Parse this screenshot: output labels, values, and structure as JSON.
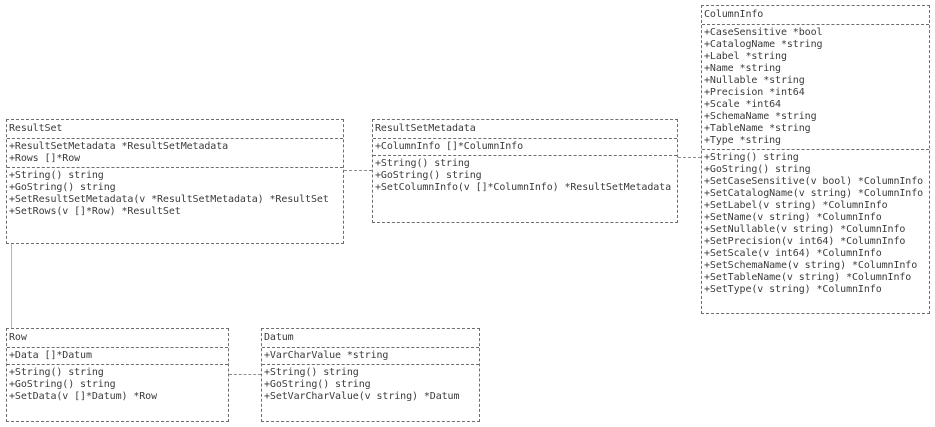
{
  "colors": {
    "text": "#3b3b3b",
    "border": "#6e6e6e",
    "connector": "#8f8f8f",
    "connector-light": "#b4b4b4",
    "background": "#ffffff"
  },
  "classes": {
    "resultset": {
      "name": "ResultSet",
      "fields": [
        "+ResultSetMetadata *ResultSetMetadata",
        "+Rows []*Row"
      ],
      "methods": [
        "+String() string",
        "+GoString() string",
        "+SetResultSetMetadata(v *ResultSetMetadata) *ResultSet",
        "+SetRows(v []*Row) *ResultSet"
      ]
    },
    "resultsetmetadata": {
      "name": "ResultSetMetadata",
      "fields": [
        "+ColumnInfo []*ColumnInfo"
      ],
      "methods": [
        "+String() string",
        "+GoString() string",
        "+SetColumnInfo(v []*ColumnInfo) *ResultSetMetadata"
      ]
    },
    "columninfo": {
      "name": "ColumnInfo",
      "fields": [
        "+CaseSensitive *bool",
        "+CatalogName *string",
        "+Label *string",
        "+Name *string",
        "+Nullable *string",
        "+Precision *int64",
        "+Scale *int64",
        "+SchemaName *string",
        "+TableName *string",
        "+Type *string"
      ],
      "methods": [
        "+String() string",
        "+GoString() string",
        "+SetCaseSensitive(v bool) *ColumnInfo",
        "+SetCatalogName(v string) *ColumnInfo",
        "+SetLabel(v string) *ColumnInfo",
        "+SetName(v string) *ColumnInfo",
        "+SetNullable(v string) *ColumnInfo",
        "+SetPrecision(v int64) *ColumnInfo",
        "+SetScale(v int64) *ColumnInfo",
        "+SetSchemaName(v string) *ColumnInfo",
        "+SetTableName(v string) *ColumnInfo",
        "+SetType(v string) *ColumnInfo"
      ]
    },
    "row": {
      "name": "Row",
      "fields": [
        "+Data []*Datum"
      ],
      "methods": [
        "+String() string",
        "+GoString() string",
        "+SetData(v []*Datum) *Row"
      ]
    },
    "datum": {
      "name": "Datum",
      "fields": [
        "+VarCharValue *string"
      ],
      "methods": [
        "+String() string",
        "+GoString() string",
        "+SetVarCharValue(v string) *Datum"
      ]
    }
  },
  "relations": [
    {
      "from": "ResultSet",
      "to": "ResultSetMetadata",
      "style": "dashed-horizontal"
    },
    {
      "from": "ResultSetMetadata",
      "to": "ColumnInfo",
      "style": "dashed-horizontal"
    },
    {
      "from": "ResultSet",
      "to": "Row",
      "style": "light-vertical"
    },
    {
      "from": "Row",
      "to": "Datum",
      "style": "dashed-horizontal"
    }
  ]
}
